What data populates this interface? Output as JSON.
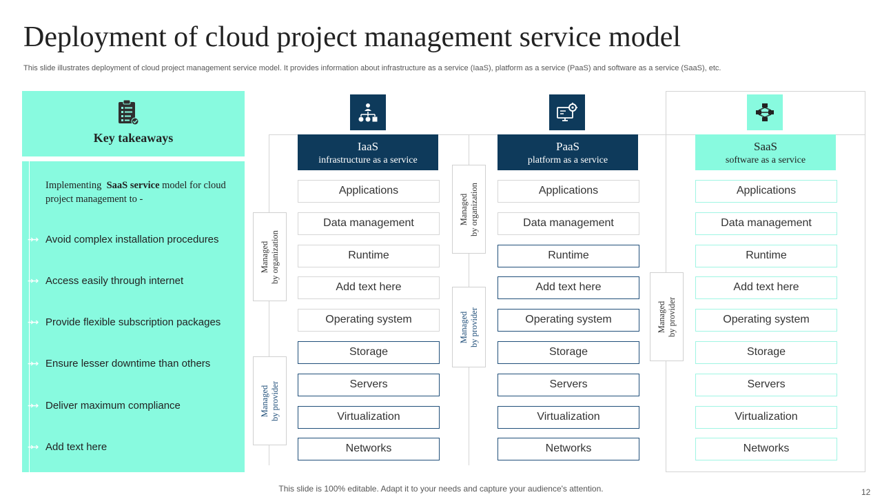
{
  "title": "Deployment of cloud project management service model",
  "subtitle": "This slide illustrates deployment of cloud project management service model. It provides information about infrastructure as a service (IaaS), platform as a service (PaaS) and software as a service (SaaS), etc.",
  "takeaways": {
    "heading": "Key takeaways",
    "icon": "clipboard-checklist-icon",
    "intro_pre": "Implementing",
    "intro_bold": "SaaS service",
    "intro_post": "model for cloud project management  to -",
    "bullets": [
      "Avoid complex installation procedures",
      "Access easily through internet",
      "Provide flexible subscription packages",
      "Ensure lesser downtime than others",
      "Deliver maximum compliance",
      "Add text here"
    ]
  },
  "models": [
    {
      "name": "IaaS",
      "desc": "infrastructure as a service",
      "icon": "org-network-icon",
      "layers": [
        "Applications",
        "Data management",
        "Runtime",
        "Add text here",
        "Operating system",
        "Storage",
        "Servers",
        "Virtualization",
        "Networks"
      ],
      "tag_org_line1": "Managed",
      "tag_org_line2": "by organization",
      "tag_prov_line1": "Managed",
      "tag_prov_line2": "by provider"
    },
    {
      "name": "PaaS",
      "desc": "platform as a service",
      "icon": "monitor-gear-icon",
      "layers": [
        "Applications",
        "Data management",
        "Runtime",
        "Add text here",
        "Operating system",
        "Storage",
        "Servers",
        "Virtualization",
        "Networks"
      ],
      "tag_org_line1": "Managed",
      "tag_org_line2": "by organization",
      "tag_prov_line1": "Managed",
      "tag_prov_line2": "by provider"
    },
    {
      "name": "SaaS",
      "desc": "software as a service",
      "icon": "network-nodes-icon",
      "layers": [
        "Applications",
        "Data management",
        "Runtime",
        "Add text here",
        "Operating system",
        "Storage",
        "Servers",
        "Virtualization",
        "Networks"
      ],
      "tag_prov_line1": "Managed",
      "tag_prov_line2": "by provider"
    }
  ],
  "colors": {
    "navy": "#0e3a5b",
    "mint": "#88fadf",
    "border_blue": "#1f4e79"
  },
  "footer": "This slide is 100% editable. Adapt it to your needs and capture your audience's attention.",
  "page_number": "12"
}
